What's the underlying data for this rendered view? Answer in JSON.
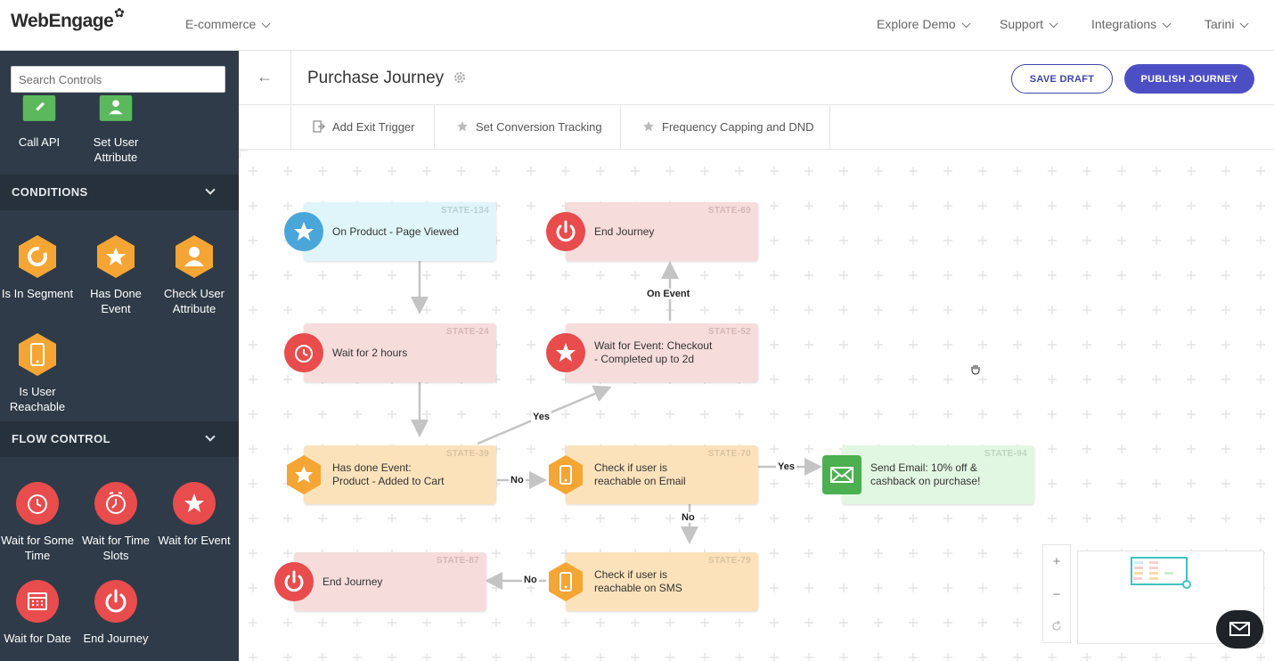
{
  "brand": {
    "logo_text": "WebEngage"
  },
  "topnav": {
    "project": "E-commerce",
    "explore": "Explore Demo",
    "support": "Support",
    "integrations": "Integrations",
    "user": "Tarini"
  },
  "sidebar": {
    "search_placeholder": "Search Controls",
    "actions": [
      {
        "label": "Call API",
        "icon": "pencil-icon",
        "color": "#5cb85c"
      },
      {
        "label": "Set User Attribute",
        "icon": "user-icon",
        "color": "#5cb85c"
      }
    ],
    "conditions": {
      "title": "CONDITIONS",
      "items": [
        {
          "label": "Is In Segment",
          "icon": "segment-icon"
        },
        {
          "label": "Has Done Event",
          "icon": "star-icon"
        },
        {
          "label": "Check User Attribute",
          "icon": "user-icon"
        },
        {
          "label": "Is User Reachable",
          "icon": "phone-icon"
        }
      ]
    },
    "flow_control": {
      "title": "FLOW CONTROL",
      "items": [
        {
          "label": "Wait for Some Time",
          "icon": "clock-icon"
        },
        {
          "label": "Wait for Time Slots",
          "icon": "alarm-icon"
        },
        {
          "label": "Wait for Event",
          "icon": "star-icon"
        },
        {
          "label": "Wait for Date",
          "icon": "calendar-icon"
        },
        {
          "label": "End Journey",
          "icon": "power-icon"
        }
      ]
    }
  },
  "header": {
    "title": "Purchase Journey",
    "save_draft": "SAVE DRAFT",
    "publish": "PUBLISH JOURNEY"
  },
  "subbar": {
    "exit_trigger": "Add Exit Trigger",
    "conversion": "Set Conversion Tracking",
    "frequency": "Frequency Capping and DND"
  },
  "nodes": {
    "s134": {
      "state": "STATE-134",
      "text": "On Product - Page Viewed"
    },
    "s69": {
      "state": "STATE-69",
      "text": "End Journey"
    },
    "s24": {
      "state": "STATE-24",
      "text": "Wait for 2 hours"
    },
    "s52": {
      "state": "STATE-52",
      "text": "Wait for Event: Checkout - Completed up to 2d"
    },
    "s39": {
      "state": "STATE-39",
      "text": "Has done Event: Product - Added to Cart"
    },
    "s70": {
      "state": "STATE-70",
      "text": "Check if user is reachable on Email"
    },
    "s94": {
      "state": "STATE-94",
      "text": "Send Email: 10% off & cashback on purchase!"
    },
    "s87": {
      "state": "STATE-87",
      "text": "End Journey"
    },
    "s79": {
      "state": "STATE-79",
      "text": "Check if user is reachable on SMS"
    }
  },
  "edges": {
    "on_event": "On Event",
    "yes1": "Yes",
    "no1": "No",
    "yes2": "Yes",
    "no2": "No",
    "no3": "No"
  },
  "zoom": {
    "plus": "+",
    "minus": "−"
  },
  "colors": {
    "sidebar_bg": "#2f3b48",
    "section_bg": "#26313c",
    "accent": "#4c4fc4",
    "red": "#e84c4c",
    "orange": "#f5a534",
    "blue": "#4aa6d9",
    "green": "#4caf50"
  }
}
